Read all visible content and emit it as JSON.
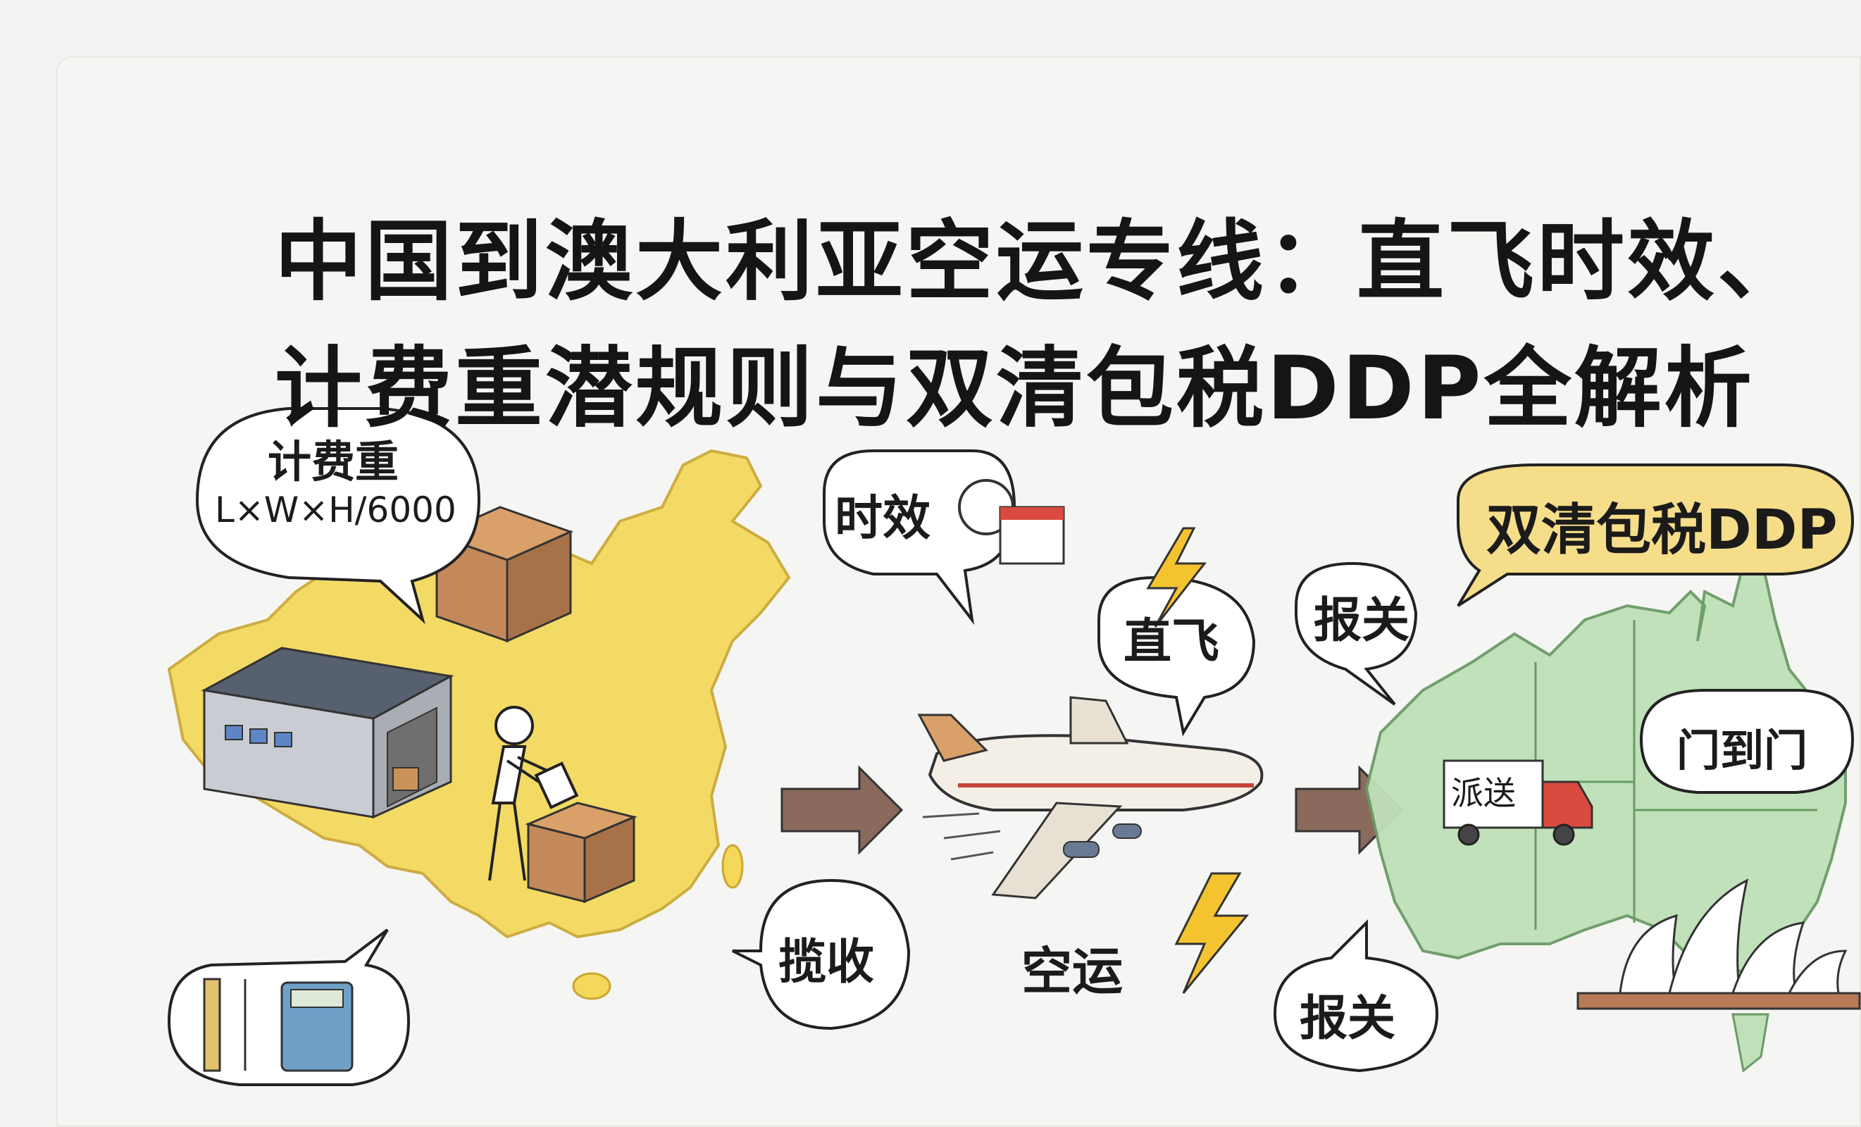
{
  "title": {
    "line1": "中国到澳大利亚空运专线：直飞时效、",
    "line2": "计费重潜规则与双清包税DDP全解析"
  },
  "bubbles": {
    "chargeable_weight": "计费重",
    "formula": "L×W×H/6000",
    "time": "时效",
    "direct": "直飞",
    "customs_top": "报关",
    "ddp": "双清包税DDP",
    "door_to_door": "门到门",
    "pickup": "揽收",
    "customs_bottom": "报关"
  },
  "labels": {
    "air_freight": "空运",
    "delivery": "派送"
  },
  "colors": {
    "china_map": "#f3d85a",
    "australia_map": "#bfe0b8",
    "ddp_bubble": "#f6dd8a",
    "arrow": "#8a6a5c",
    "truck": "#d94a3f"
  }
}
